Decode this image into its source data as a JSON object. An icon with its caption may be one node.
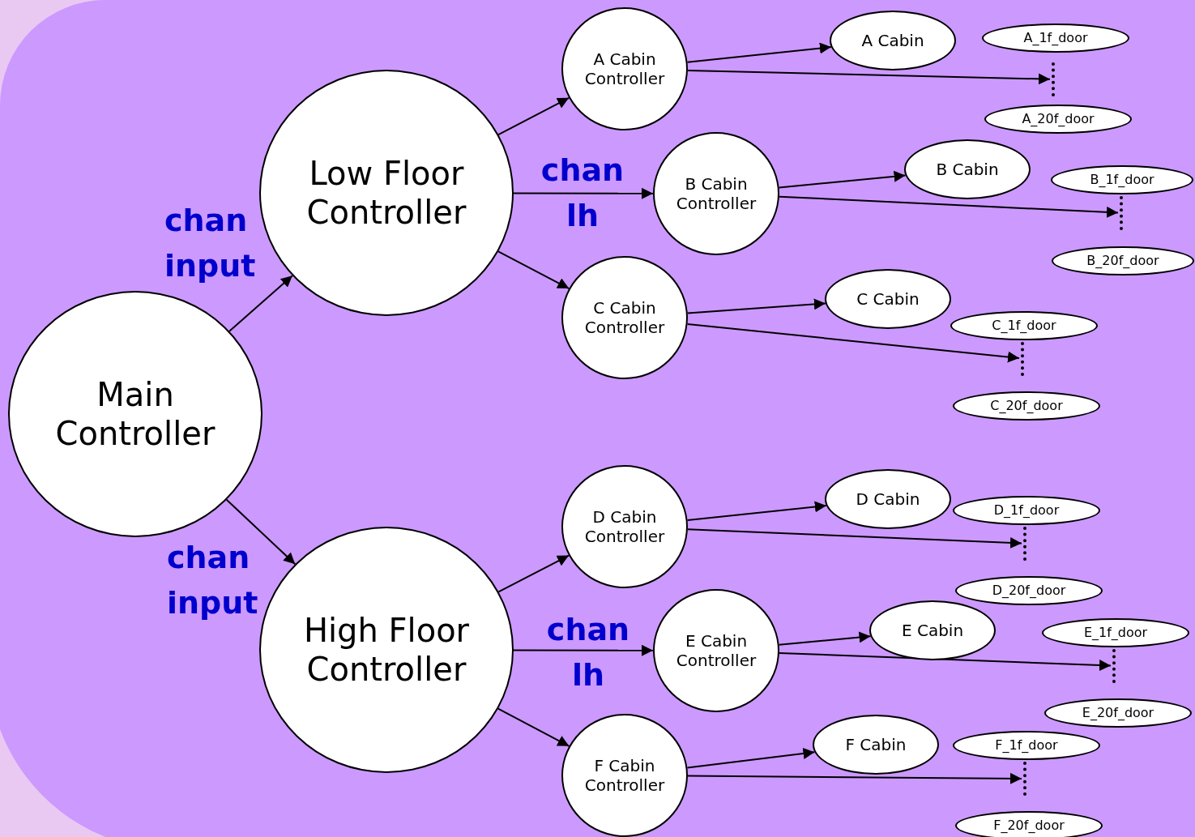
{
  "diagram": {
    "nodes": [
      {
        "text": [
          "Main Controller"
        ]
      },
      {
        "text": [
          "Low Floor Controller"
        ]
      },
      {
        "text": [
          "High Floor Controller"
        ]
      },
      {
        "text": [
          "A Cabin Controller"
        ]
      },
      {
        "text": [
          "A Cabin"
        ]
      },
      {
        "text": [
          "A_1f_door"
        ]
      },
      {
        "text": [],
        "shape": "bar"
      },
      {
        "text": [
          "A_20f_door"
        ]
      },
      {
        "text": [
          "B Cabin Controller"
        ]
      },
      {
        "text": [
          "B Cabin"
        ]
      },
      {
        "text": [
          "B_1f_door"
        ]
      },
      {
        "text": [],
        "shape": "bar"
      },
      {
        "text": [
          "B_20f_door"
        ]
      },
      {
        "text": [
          "C Cabin Controller"
        ]
      },
      {
        "text": [
          "C Cabin"
        ]
      },
      {
        "text": [
          "C_1f_door"
        ]
      },
      {
        "text": [],
        "shape": "bar"
      },
      {
        "text": [
          "C_20f_door"
        ]
      },
      {
        "text": [
          "D Cabin Controller"
        ]
      },
      {
        "text": [
          "D Cabin"
        ]
      },
      {
        "text": [
          "D_1f_door"
        ]
      },
      {
        "text": [],
        "shape": "bar"
      },
      {
        "text": [
          "D_20f_door"
        ]
      },
      {
        "text": [
          "E Cabin Controller"
        ]
      },
      {
        "text": [
          "E Cabin"
        ]
      },
      {
        "text": [
          "E_1f_door"
        ]
      },
      {
        "text": [],
        "shape": "bar"
      },
      {
        "text": [
          "E_20f_door"
        ]
      },
      {
        "text": [
          "F Cabin Controller"
        ]
      },
      {
        "text": [
          "F Cabin"
        ]
      },
      {
        "text": [
          "F_1f_door"
        ]
      },
      {
        "text": [],
        "shape": "bar"
      },
      {
        "text": [
          "F_20f_door"
        ]
      }
    ],
    "edges": [
      {
        "from": 0,
        "to": 1,
        "arrow": "to"
      },
      {
        "from": 0,
        "to": 2,
        "arrow": "to"
      },
      {
        "from": 1,
        "to": 3,
        "arrow": "to"
      },
      {
        "from": 1,
        "to": 8,
        "arrow": "to"
      },
      {
        "from": 1,
        "to": 13,
        "arrow": "to"
      },
      {
        "from": 2,
        "to": 18,
        "arrow": "to"
      },
      {
        "from": 2,
        "to": 23,
        "arrow": "to"
      },
      {
        "from": 2,
        "to": 28,
        "arrow": "to"
      },
      {
        "from": 3,
        "to": 4,
        "arrow": "to"
      },
      {
        "from": 3,
        "to": 6,
        "arrow": "to"
      },
      {
        "from": 8,
        "to": 9,
        "arrow": "to"
      },
      {
        "from": 8,
        "to": 11,
        "arrow": "to"
      },
      {
        "from": 13,
        "to": 14,
        "arrow": "to"
      },
      {
        "from": 13,
        "to": 16,
        "arrow": "to"
      },
      {
        "from": 18,
        "to": 19,
        "arrow": "to"
      },
      {
        "from": 18,
        "to": 21,
        "arrow": "to"
      },
      {
        "from": 23,
        "to": 24,
        "arrow": "to"
      },
      {
        "from": 23,
        "to": 26,
        "arrow": "to"
      },
      {
        "from": 28,
        "to": 29,
        "arrow": "to"
      },
      {
        "from": 28,
        "to": 31,
        "arrow": "to"
      }
    ],
    "labels": [
      "chan lh",
      "chan input",
      "chan input",
      "chan lh"
    ]
  }
}
